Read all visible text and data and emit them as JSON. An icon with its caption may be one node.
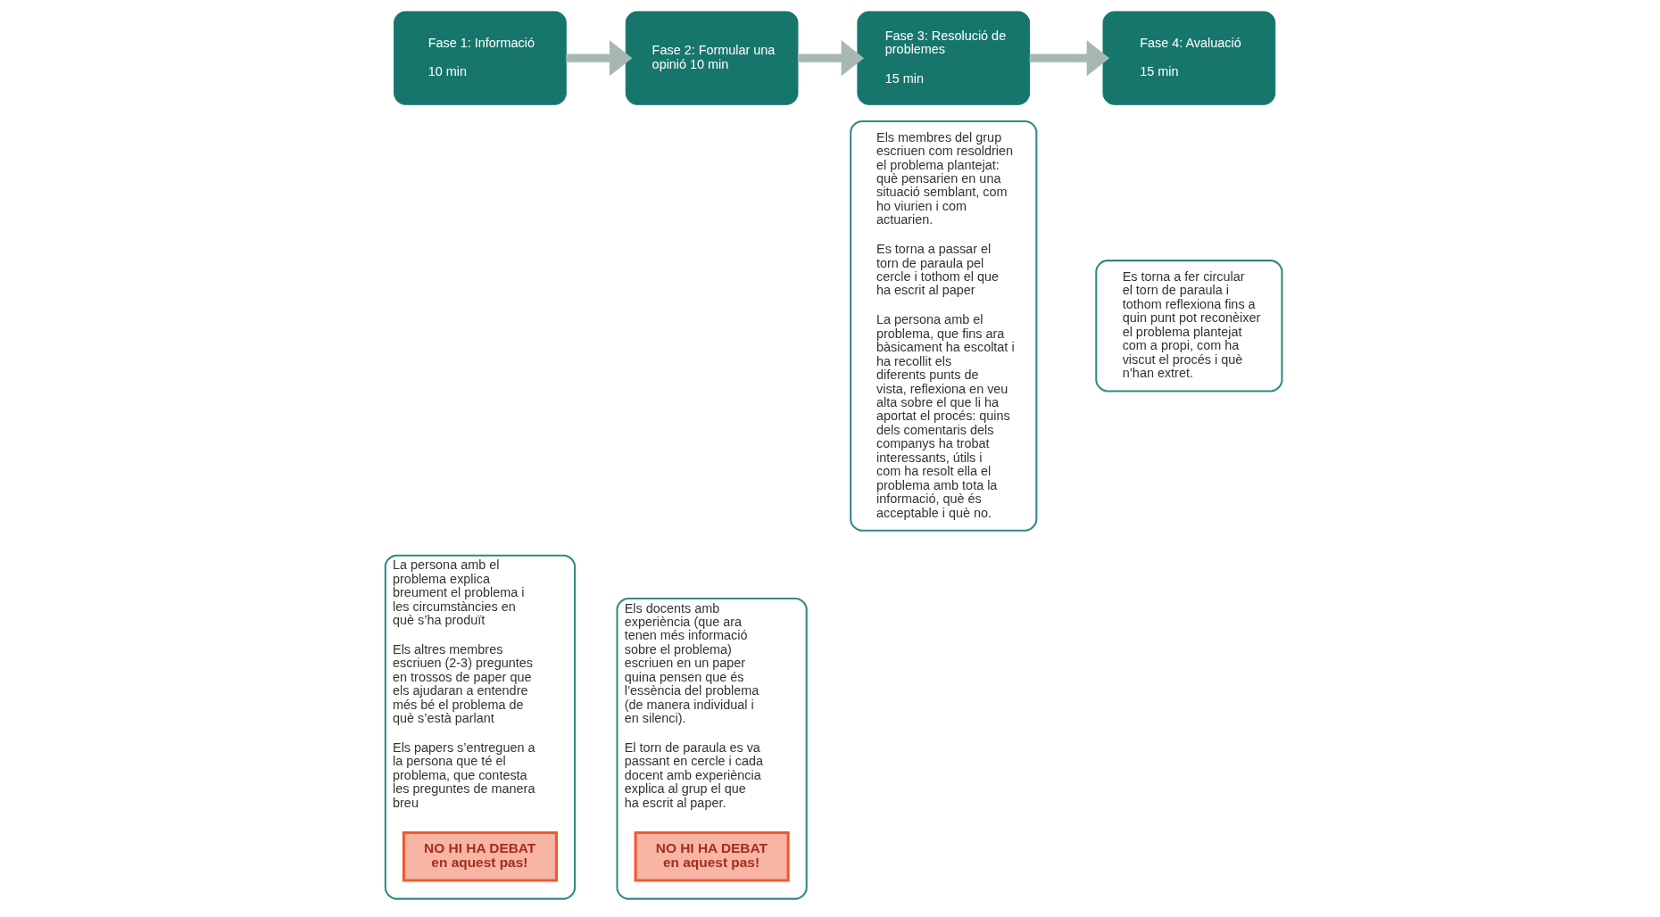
{
  "diagram": {
    "nodes": [
      {
        "text": [
          "Fase 1: Informació",
          "10 min"
        ]
      },
      {
        "text": [
          "La persona amb el problema explica breument el problema i les circumstàncies en què s’ha produït",
          "Els altres membres escriuen (2-3) preguntes en trossos de paper que els ajudaran a entendre més bé el problema de què s’està parlant",
          "Els papers s’entreguen a la persona que té el problema, que contesta les preguntes de manera breu"
        ]
      },
      {
        "text": [
          "NO HI HA DEBAT en aquest pas!"
        ],
        "in": 1
      },
      {
        "text": [
          "Fase 2: Formular una opinió 10 min"
        ]
      },
      {
        "text": [
          "Els docents amb experiència (que ara tenen més informació sobre el problema) escriuen en un paper quina pensen que és l’essència del problema (de manera individual i en silenci).",
          "El torn de paraula es va passant en cercle i cada docent amb experiència explica al grup el que ha escrit al paper."
        ]
      },
      {
        "text": [
          "NO HI HA DEBAT en aquest pas!"
        ],
        "in": 4
      },
      {
        "text": [
          "Fase 3: Resolució de problemes",
          "15 min"
        ]
      },
      {
        "text": [
          "Els membres del grup escriuen com resoldrien el problema plantejat: què pensarien en una situació semblant, com ho viurien i com actuarien.",
          "Es torna a passar el torn de paraula pel cercle i tothom el que ha escrit al paper",
          "La persona amb el problema, que fins ara bàsicament ha escoltat i ha recollit els diferents punts de vista, reflexiona en veu alta sobre el que li ha aportat el procés: quins dels comentaris dels companys ha trobat interessants, útils i com ha resolt ella el problema amb tota la informació, què és acceptable i què no."
        ]
      },
      {
        "text": [
          "Fase 4: Avaluació",
          "15 min"
        ]
      },
      {
        "text": [
          "Es torna a fer circular el torn de paraula i tothom reflexiona fins a quin punt pot reconèixer el problema plantejat com a propi, com ha viscut el procés i què n’han extret."
        ]
      }
    ],
    "edges": [
      {
        "from": 0,
        "to": 3,
        "arrow": "to"
      },
      {
        "from": 3,
        "to": 6,
        "arrow": "to"
      },
      {
        "from": 6,
        "to": 8,
        "arrow": "to"
      }
    ]
  }
}
